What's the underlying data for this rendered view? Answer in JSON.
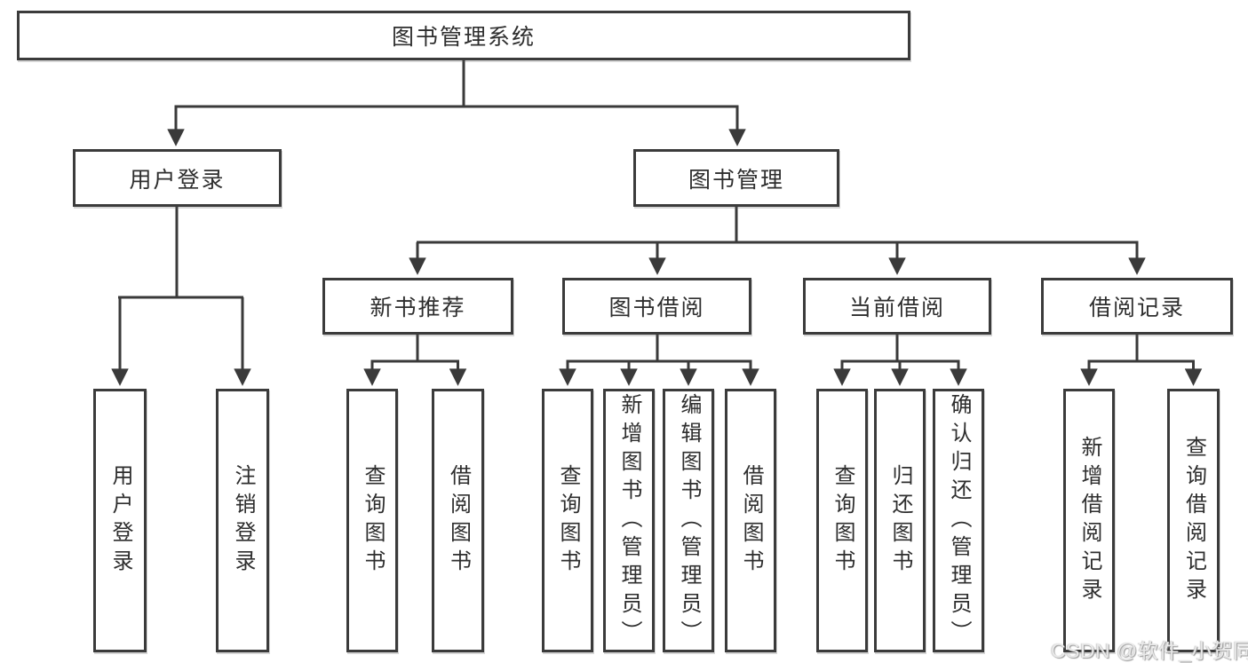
{
  "watermark": "CSDN @软件_小贺同学",
  "diagram": {
    "root": "图书管理系统",
    "nodes": {
      "user_login_branch": "用户登录",
      "book_management": "图书管理",
      "new_book_recommend": "新书推荐",
      "book_borrowing": "图书借阅",
      "current_borrowing": "当前借阅",
      "borrow_records": "借阅记录",
      "user_login": "用户登录",
      "logout": "注销登录",
      "query_books_recommend": "查询图书",
      "borrow_books_recommend": "借阅图书",
      "query_books_borrowing": "查询图书",
      "add_books_admin": "新增图书（管理员）",
      "edit_books_admin": "编辑图书（管理员）",
      "borrow_books_borrowing": "借阅图书",
      "query_books_current": "查询图书",
      "return_books": "归还图书",
      "confirm_return_admin": "确认归还（管理员）",
      "add_borrow_record": "新增借阅记录",
      "query_borrow_record": "查询借阅记录"
    },
    "edges": [
      {
        "from": "图书管理系统",
        "to": [
          "用户登录",
          "图书管理"
        ]
      },
      {
        "from": "用户登录",
        "to": [
          "用户登录",
          "注销登录"
        ]
      },
      {
        "from": "图书管理",
        "to": [
          "新书推荐",
          "图书借阅",
          "当前借阅",
          "借阅记录"
        ]
      },
      {
        "from": "新书推荐",
        "to": [
          "查询图书",
          "借阅图书"
        ]
      },
      {
        "from": "图书借阅",
        "to": [
          "查询图书",
          "新增图书（管理员）",
          "编辑图书（管理员）",
          "借阅图书"
        ]
      },
      {
        "from": "当前借阅",
        "to": [
          "查询图书",
          "归还图书",
          "确认归还（管理员）"
        ]
      },
      {
        "from": "借阅记录",
        "to": [
          "新增借阅记录",
          "查询借阅记录"
        ]
      }
    ]
  }
}
